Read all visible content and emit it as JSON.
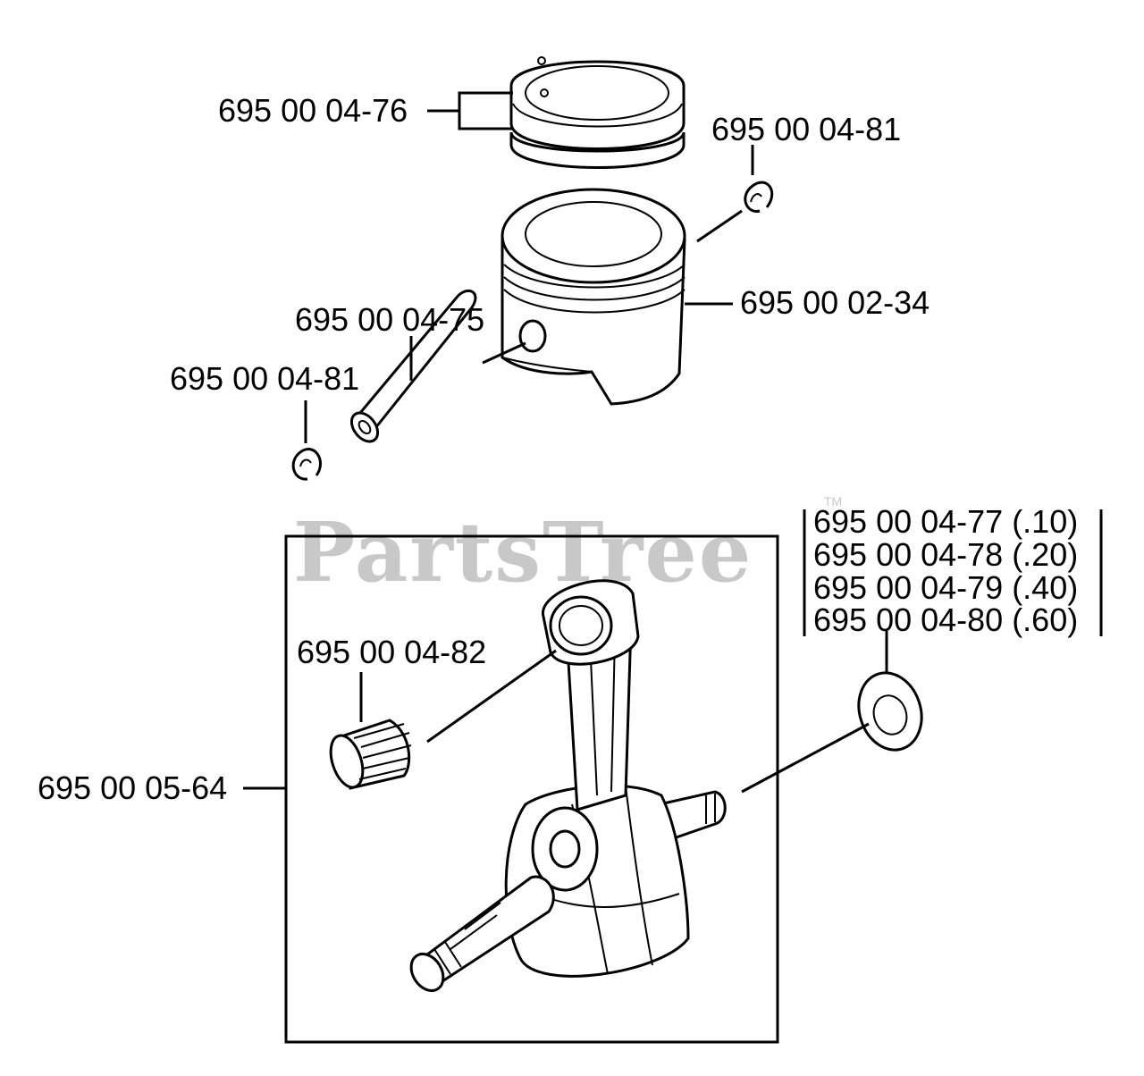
{
  "watermark": {
    "text": "PartsTree",
    "tm": "TM"
  },
  "labels": {
    "piston_rings": "695 00 04-76",
    "retainer_top": "695 00 04-81",
    "piston": "695 00 02-34",
    "piston_pin": "695 00 04-75",
    "retainer_left": "695 00 04-81",
    "needle_bearing": "695 00 04-82",
    "crankshaft_assembly": "695 00 05-64"
  },
  "washer_options": [
    "695 00 04-77 (.10)",
    "695 00 04-78 (.20)",
    "695 00 04-79 (.40)",
    "695 00 04-80 (.60)"
  ]
}
